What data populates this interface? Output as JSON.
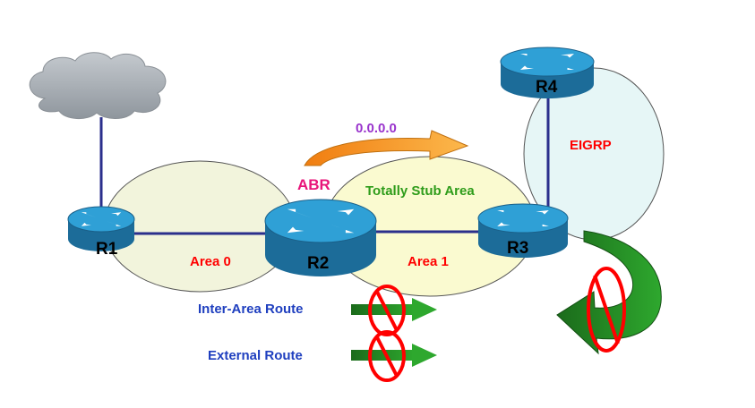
{
  "diagram": {
    "routers": [
      {
        "id": "R1",
        "label": "R1"
      },
      {
        "id": "R2",
        "label": "R2"
      },
      {
        "id": "R3",
        "label": "R3"
      },
      {
        "id": "R4",
        "label": "R4"
      }
    ],
    "areas": {
      "area0": "Area 0",
      "area1": "Area 1",
      "stub_type": "Totally Stub Area",
      "eigrp": "EIGRP"
    },
    "abr_label": "ABR",
    "default_route": "0.0.0.0",
    "routes": {
      "inter_area": "Inter-Area Route",
      "external": "External Route"
    }
  },
  "colors": {
    "area0_fill": "#f2f4dc",
    "area1_fill": "#fafad0",
    "eigrp_fill": "#e6f6f6",
    "link": "#2b2f8c",
    "router_top": "#2fa0d6",
    "router_side": "#1c6c99",
    "default_arrow": "#f59b1a",
    "blocked_arrow": "#228b22",
    "prohibit": "#ff0000",
    "cloud": "#a7adb3"
  }
}
